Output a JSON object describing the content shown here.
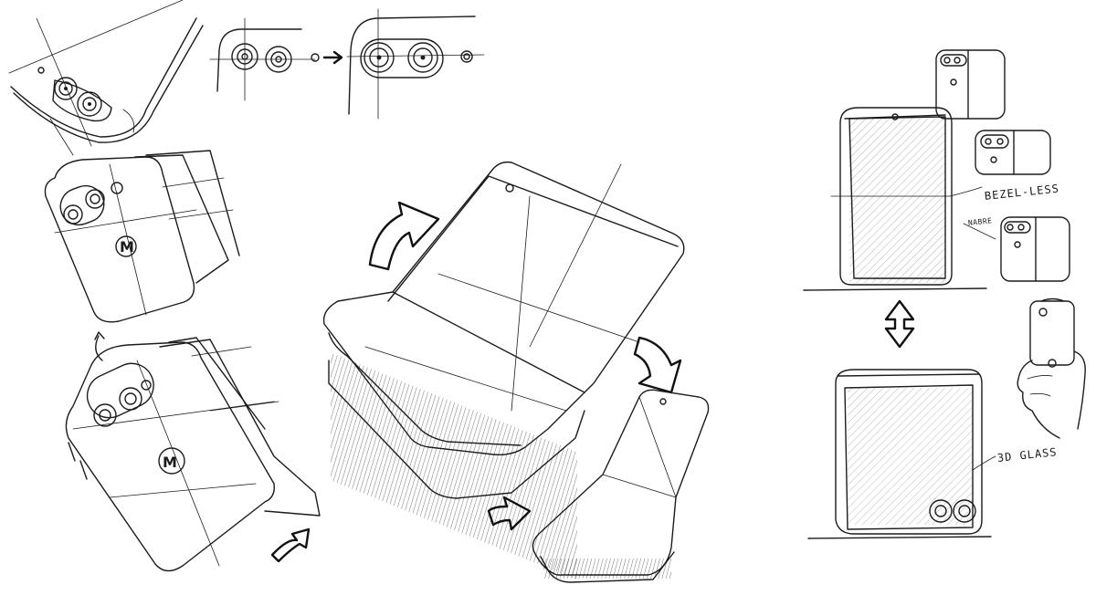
{
  "annotations": {
    "bezel_less": "BEZEL-LESS",
    "nabre": "NABRE",
    "glass_3d": "3D GLASS"
  },
  "logos": {
    "brand_mark": "M"
  },
  "colors": {
    "ink": "#1c1c1c",
    "paper": "#ffffff"
  }
}
